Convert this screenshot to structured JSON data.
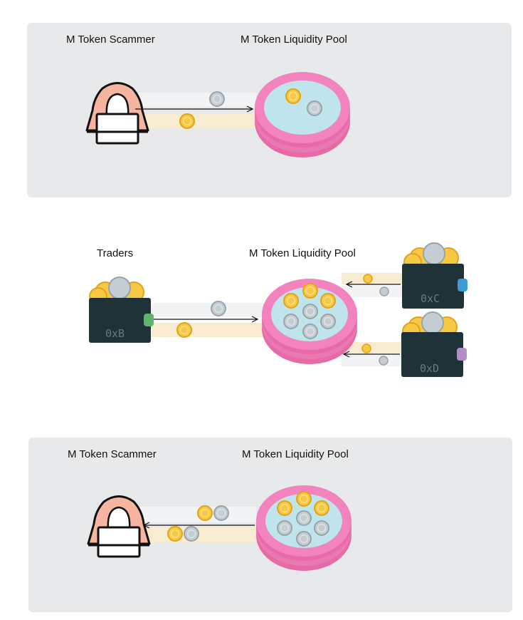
{
  "scene1": {
    "left_label": "M Token Scammer",
    "right_label": "M Token Liquidity Pool"
  },
  "scene2": {
    "left_label": "Traders",
    "right_label": "M Token Liquidity Pool",
    "wallets": [
      {
        "name": "0xB",
        "accent": "#5fb36a"
      },
      {
        "name": "0xC",
        "accent": "#3a9bd5"
      },
      {
        "name": "0xD",
        "accent": "#b48fc6"
      }
    ]
  },
  "scene3": {
    "left_label": "M Token Scammer",
    "right_label": "M Token Liquidity Pool"
  },
  "colors": {
    "panel": "#e8e9eb",
    "pool_outer": "#f07fb8",
    "pool_inner": "#bfe4ec",
    "gold_coin": "#f7c844",
    "silver_coin": "#c5cdd2",
    "wallet": "#1e3238",
    "hacker": "#f6b5a0"
  }
}
